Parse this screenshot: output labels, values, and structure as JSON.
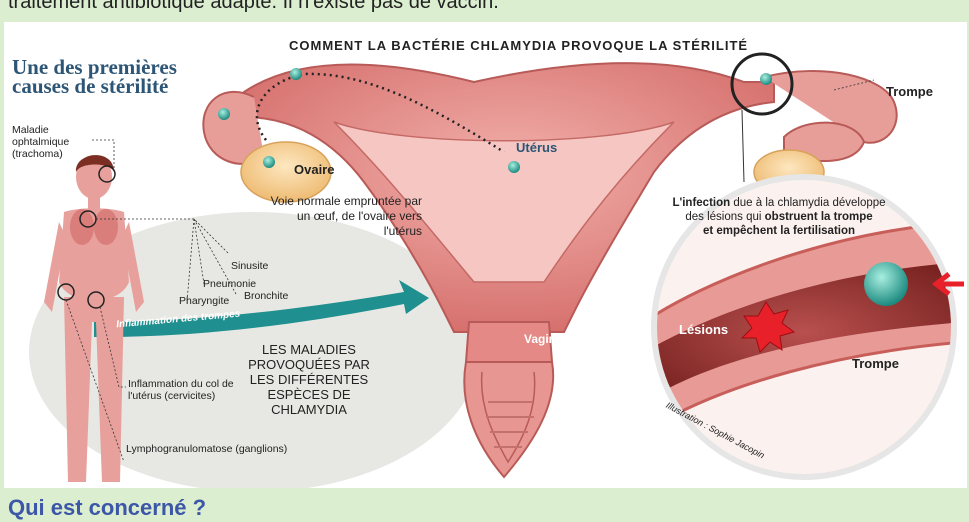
{
  "top_text": "traitement antibiotique adapté. Il n'existe pas de vaccin.",
  "bottom_question": "Qui est concerné ?",
  "diagram": {
    "title": "COMMENT LA BACTÉRIE CHLAMYDIA PROVOQUE LA STÉRILITÉ",
    "side_heading": "Une des premières causes de stérilité",
    "labels": {
      "trachoma": "Maladie ophtalmique (trachoma)",
      "sinusite": "Sinusite",
      "pneumonie": "Pneumonie",
      "pharyngite": "Pharyngite",
      "bronchite": "Bronchite",
      "inflammation_trompes": "Inflammation des trompes",
      "maladies": "LES MALADIES PROVOQUÉES PAR LES DIFFÉRENTES ESPÈCES DE CHLAMYDIA",
      "cervicites": "Inflammation du col de l'utérus (cervicites)",
      "lympho": "Lymphogranulomatose (ganglions)",
      "ovaire": "Ovaire",
      "voie_normale": "Voie normale empruntée par un œuf, de l'ovaire vers l'utérus",
      "uterus": "Utérus",
      "vagin": "Vagin",
      "trompe_top": "Trompe",
      "infection_bold": "L'infection",
      "infection_text_1": "due à la chlamydia développe",
      "infection_text_2": "des lésions qui",
      "infection_bold_2": "obstruent la trompe",
      "infection_bold_3": "et empêchent la fertilisation",
      "lesions": "Lésions",
      "trompe_inset": "Trompe",
      "credit": "Illustration : Sophie Jacopin"
    },
    "colors": {
      "heading_blue": "#2d5575",
      "uterus_pink": "#e58a87",
      "arrow_teal": "#1f8f8f",
      "ovary_yellow": "#f6d29a",
      "lesion_red": "#e8202a"
    }
  }
}
